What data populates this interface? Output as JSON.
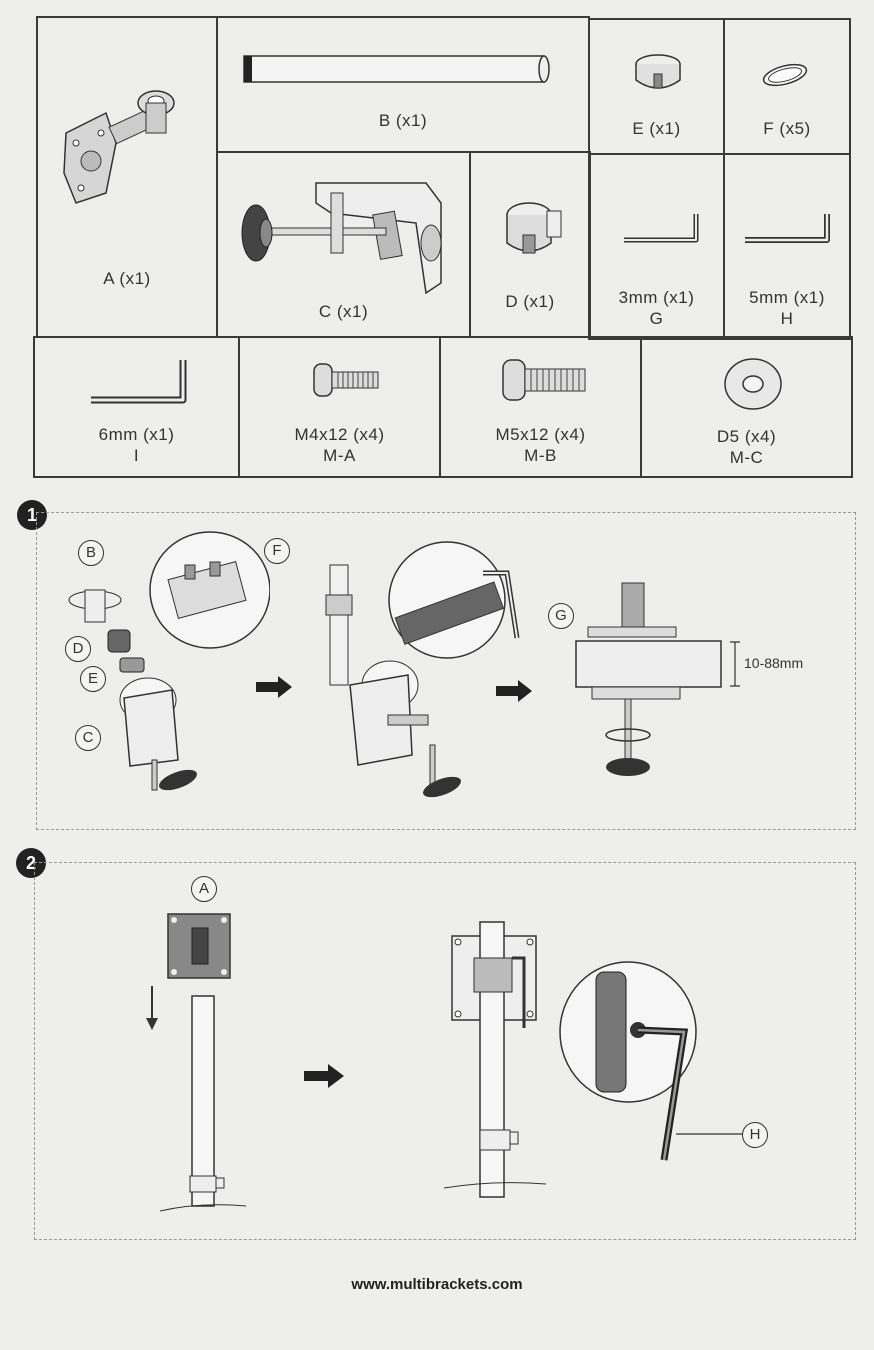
{
  "parts": {
    "A": {
      "label": "A (x1)"
    },
    "B": {
      "label": "B (x1)"
    },
    "C": {
      "label": "C (x1)"
    },
    "D": {
      "label": "D (x1)"
    },
    "E": {
      "label": "E (x1)"
    },
    "F": {
      "label": "F (x5)"
    },
    "G": {
      "label": "3mm  (x1)",
      "code": "G"
    },
    "H": {
      "label": "5mm  (x1)",
      "code": "H"
    },
    "I": {
      "label": "6mm  (x1)",
      "code": "I"
    },
    "MA": {
      "label": "M4x12 (x4)",
      "code": "M-A"
    },
    "MB": {
      "label": "M5x12 (x4)",
      "code": "M-B"
    },
    "MC": {
      "label": "D5 (x4)",
      "code": "M-C"
    }
  },
  "step1": {
    "number": "1",
    "callouts": {
      "B": "B",
      "D": "D",
      "E": "E",
      "C": "C",
      "F": "F",
      "G": "G"
    },
    "dimension": "10-88mm"
  },
  "step2": {
    "number": "2",
    "callouts": {
      "A": "A",
      "H": "H"
    }
  },
  "footer": {
    "url": "www.multibrackets.com"
  }
}
